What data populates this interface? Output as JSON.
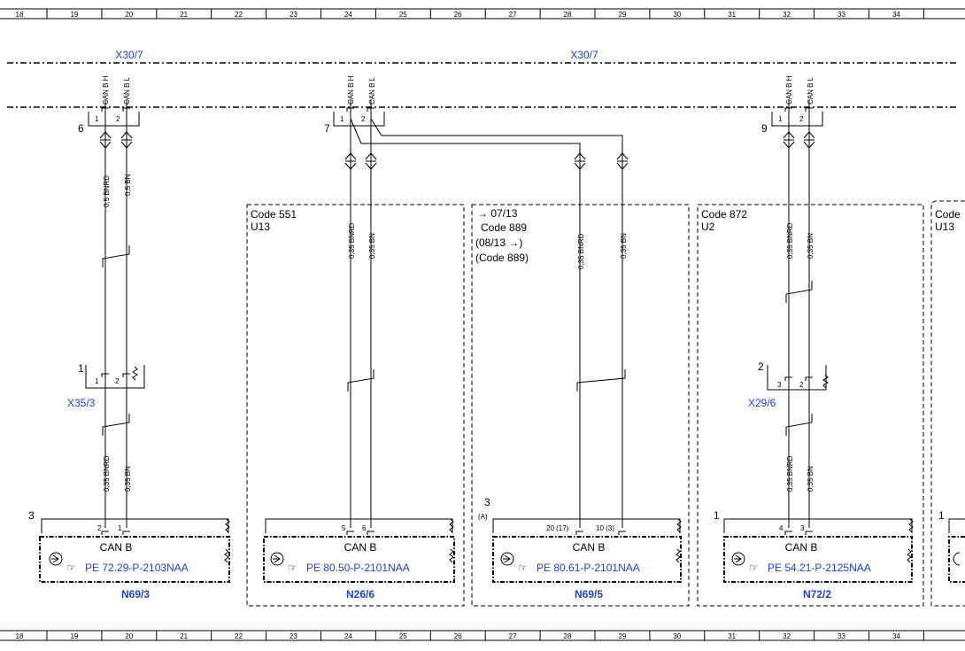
{
  "grid_numbers": [
    "18",
    "19",
    "20",
    "21",
    "22",
    "23",
    "24",
    "25",
    "26",
    "27",
    "28",
    "29",
    "30",
    "31",
    "32",
    "33",
    "34"
  ],
  "connectors": {
    "left": "X30/7",
    "right": "X30/7"
  },
  "pin_labels": {
    "canh": "CAN B H",
    "canl": "CAN B L",
    "p1": "1",
    "p2": "2",
    "p3": "3"
  },
  "wires": {
    "bnrd_05": "0,5 BNRD",
    "bn_05": "0,5 BN",
    "bnrd_035": "0,35 BNRD",
    "bn_035": "0,35 BN"
  },
  "refs": {
    "r6": "6",
    "r7": "7",
    "r9": "9",
    "r1": "1",
    "r2": "2",
    "r3": "3",
    "rA": "(A)"
  },
  "codes": {
    "b1_line1": "Code 551",
    "b1_line2": "U13",
    "b2_line1": "→ 07/13",
    "b2_line2": "Code 889",
    "b2_line3": "(08/13 →)",
    "b2_line4": "(Code 889)",
    "b3_line1": "Code 872",
    "b3_line2": "U2",
    "b4_line1": "Code",
    "b4_line2": "U13"
  },
  "splices": {
    "x35": "X35/3",
    "x29": "X29/6"
  },
  "modules": [
    {
      "title": "CAN B",
      "ref": "PE 72.29-P-2103NAA",
      "name": "N69/3",
      "pin_a": "2",
      "pin_b": "1"
    },
    {
      "title": "CAN B",
      "ref": "PE 80.50-P-2101NAA",
      "name": "N26/6",
      "pin_a": "5",
      "pin_b": "6"
    },
    {
      "title": "CAN B",
      "ref": "PE 80.61-P-2101NAA",
      "name": "N69/5",
      "pin_a": "20 (17)",
      "pin_b": "10 (3)"
    },
    {
      "title": "CAN B",
      "ref": "PE 54.21-P-2125NAA",
      "name": "N72/2",
      "pin_a": "4",
      "pin_b": "3"
    }
  ]
}
